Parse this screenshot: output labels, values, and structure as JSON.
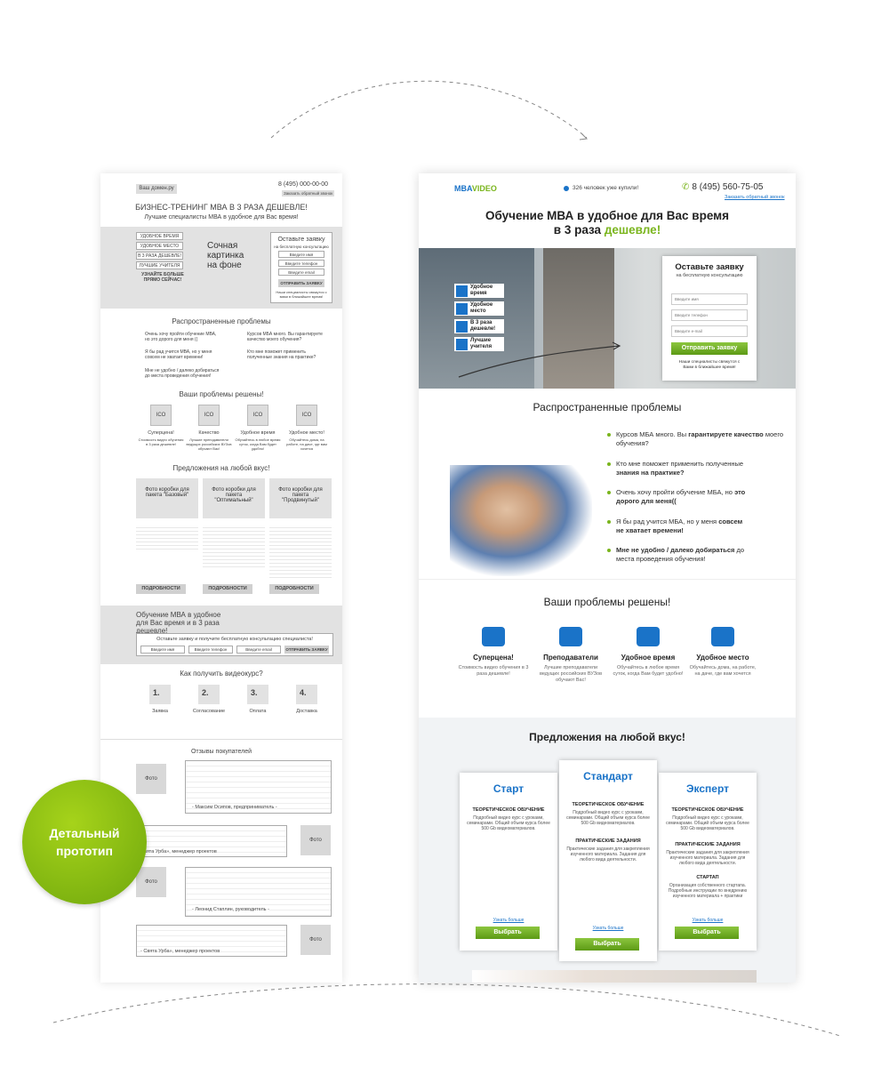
{
  "badge": {
    "line1": "Детальный",
    "line2": "прототип"
  },
  "wireframe": {
    "domain": "Ваш домен.ру",
    "phone": "8 (495) 000-00-00",
    "callback": "Заказать обратный звонок",
    "title": "БИЗНЕС-ТРЕНИНГ МВА В 3 РАЗА ДЕШЕВЛЕ!",
    "subtitle": "Лучшие специалисты МВА в удобное для Вас время!",
    "features": [
      "УДОБНОЕ ВРЕМЯ",
      "УДОБНОЕ МЕСТО",
      "В 3 РАЗА ДЕШЕВЛЕ!",
      "ЛУЧШИЕ УЧИТЕЛЯ"
    ],
    "learn_more": "УЗНАЙТЕ БОЛЬШЕ ПРЯМО СЕЙЧАС!",
    "bg_note": "Сочная картинка на фоне",
    "form_title": "Оставьте заявку",
    "form_sub": "на бесплатную консультацию",
    "inputs": [
      "Введите имя",
      "Введите телефон",
      "Введите email"
    ],
    "form_btn": "ОТПРАВИТЬ ЗАЯВКУ",
    "form_note": "Наши специалисты свяжутся с вами в ближайшее время!",
    "problems_title": "Распространенные проблемы",
    "problems": [
      "Очень хочу пройти обучение МВА, но это дорого для меня ((",
      "Курсов МБА много. Вы гарантируете качество моего обучения?",
      "Я бы рад учится МВА, но у меня совсем не хватает времени!",
      "Кто мне поможет применить полученные знания на практике?",
      "Мне не удобно / далеко добираться до места проведения обучения!"
    ],
    "solved_title": "Ваши проблемы решены!",
    "ico": "ICO",
    "solved": [
      {
        "t": "Суперцена!",
        "d": "Стоимость видео обучения в 3 раза дешевле!"
      },
      {
        "t": "Качество",
        "d": "Лучшие преподаватели ведущих российских ВУЗов обучают Вас!"
      },
      {
        "t": "Удобное время",
        "d": "Обучайтесь в любое время суток, когда Вам будет удобно!"
      },
      {
        "t": "Удобное место!",
        "d": "Обучайтесь дома, на работе, на даче, где вам хочется"
      }
    ],
    "offers_title": "Предложения на любой вкус!",
    "packs": [
      "Фото коробки для пакета \"Базовый\"",
      "Фото коробки для пакета \"Оптимальный\"",
      "Фото коробки для пакета \"Продвинутый\""
    ],
    "details": "ПОДРОБНОСТИ",
    "cta_title": "Обучение МВА в удобное для Вас время и в 3 раза дешевле!",
    "cta_sub": "Оставьте заявку и получите бесплатную консультацию специалиста!",
    "cta_inputs": [
      "Введите имя",
      "Введите телефон",
      "Введите email"
    ],
    "cta_btn": "ОТПРАВИТЬ ЗАЯВКУ",
    "video_title": "Как получить видеокурс?",
    "steps": [
      {
        "n": "1.",
        "t": "Заявка"
      },
      {
        "n": "2.",
        "t": "Согласование"
      },
      {
        "n": "3.",
        "t": "Оплата"
      },
      {
        "n": "4.",
        "t": "Доставка"
      }
    ],
    "reviews_title": "Отзывы покупателей",
    "photo": "Фото",
    "review_authors": [
      "- Максим Осипов, предприниматель -",
      "Свята Урба», менеджер проектов",
      "- Леонид Стаплин, руководитель -",
      "- Свята Урба», менеджер проектов"
    ]
  },
  "site": {
    "logo_a": "MBA",
    "logo_b": "VIDEO",
    "bought": "326 человек уже купили!",
    "phone": "8 (495) 560-75-05",
    "callback": "Заказать обратный звонок",
    "title1": "Обучение МВА в удобное для Вас время",
    "title2a": "в 3 раза ",
    "title2b": "дешевле!",
    "features": [
      "Удобное время",
      "Удобное место",
      "В 3 раза дешевле!",
      "Лучшие учителя"
    ],
    "form_title": "Оставьте заявку",
    "form_sub": "на бесплатную консультацию",
    "inputs": [
      "Введите имя",
      "Введите телефон",
      "Введите e-mail"
    ],
    "form_btn": "Отправить заявку",
    "form_note": "Наши специалисты свяжутся с Вами в ближайшее время!",
    "problems_title": "Распространенные проблемы",
    "problems": [
      [
        "Курсов МБА много. Вы ",
        "гарантируете качество",
        " моего обучения?"
      ],
      [
        "Кто мне поможет применить полученные ",
        "знания на практике?",
        ""
      ],
      [
        "Очень хочу пройти обучение МБА, но ",
        "это дорого для меня((",
        ""
      ],
      [
        "Я бы рад учится МБА, но у меня ",
        "совсем не хватает времени!",
        ""
      ],
      [
        "",
        "Мне не удобно / далеко добираться",
        " до места проведения обучения!"
      ]
    ],
    "solved_title": "Ваши проблемы решены!",
    "solved": [
      {
        "t": "Суперцена!",
        "d": "Стоимость видео обучения в 3 раза дешевле!"
      },
      {
        "t": "Преподаватели",
        "d": "Лучшие преподаватели ведущих российских ВУЗов обучают Вас!"
      },
      {
        "t": "Удобное время",
        "d": "Обучайтесь в любое время суток, когда Вам будет удобно!"
      },
      {
        "t": "Удобное место",
        "d": "Обучайтесь дома, на работе, на даче, где вам хочется"
      }
    ],
    "offers_title": "Предложения на любой вкус!",
    "plans": [
      {
        "name": "Старт",
        "items": [
          {
            "h": "ТЕОРЕТИЧЕСКОЕ ОБУЧЕНИЕ",
            "d": "Подробный видео курс с уроками, семинарами. Общий объем курса более 500 Gb видеоматериалов."
          }
        ],
        "more": "Узнать больше",
        "btn": "Выбрать"
      },
      {
        "name": "Стандарт",
        "items": [
          {
            "h": "ТЕОРЕТИЧЕСКОЕ ОБУЧЕНИЕ",
            "d": "Подробный видео курс с уроками, семинарами. Общий объем курса более 500 Gb видеоматериалов."
          },
          {
            "h": "ПРАКТИЧЕСКИЕ ЗАДАНИЯ",
            "d": "Практические задания для закрепления изученного материала. Задания для любого вида деятельности."
          }
        ],
        "more": "Узнать больше",
        "btn": "Выбрать"
      },
      {
        "name": "Эксперт",
        "items": [
          {
            "h": "ТЕОРЕТИЧЕСКОЕ ОБУЧЕНИЕ",
            "d": "Подробный видео курс с уроками, семинарами. Общий объем курса более 500 Gb видеоматериалов."
          },
          {
            "h": "ПРАКТИЧЕСКИЕ ЗАДАНИЯ",
            "d": "Практические задания для закрепления изученного материала. Задания для любого вида деятельности."
          },
          {
            "h": "СТАРТАП",
            "d": "Организация собственного стартапа. Подробные инструкции по внедрению изученного материала + практики"
          }
        ],
        "more": "Узнать больше",
        "btn": "Выбрать"
      }
    ],
    "accent_blue": "#1a73c8",
    "accent_green": "#7ab51d"
  }
}
